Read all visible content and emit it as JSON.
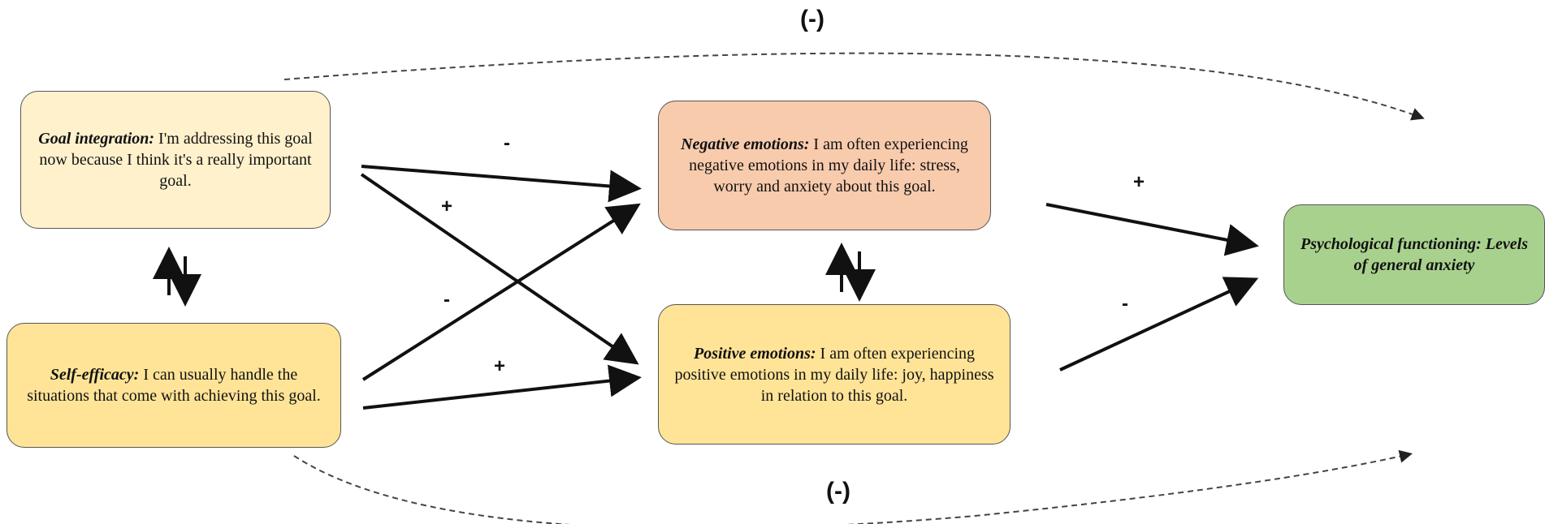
{
  "nodes": {
    "goal_integration": {
      "label": "Goal integration:",
      "text": " I'm addressing this goal now because I think it's a really important goal.",
      "color": "#fff1cc"
    },
    "self_efficacy": {
      "label": "Self-efficacy:",
      "text": " I can usually handle the situations that come with achieving this goal.",
      "color": "#ffe498"
    },
    "negative_emotions": {
      "label": "Negative emotions:",
      "text": " I am often experiencing negative emotions in my daily life: stress, worry and anxiety about this goal.",
      "color": "#f8cbad"
    },
    "positive_emotions": {
      "label": "Positive emotions:",
      "text": " I am often experiencing positive emotions in my daily life: joy, happiness in relation to this goal.",
      "color": "#ffe498"
    },
    "psychological_functioning": {
      "text": "Psychological functioning: Levels of general anxiety",
      "color": "#a9d18e"
    }
  },
  "edge_labels": {
    "top_dashed": "(-)",
    "bottom_dashed": "(-)",
    "goal_to_neg": "-",
    "goal_to_pos": "+",
    "self_to_neg": "-",
    "self_to_pos": "+",
    "neg_to_psy": "+",
    "pos_to_psy": "-"
  }
}
